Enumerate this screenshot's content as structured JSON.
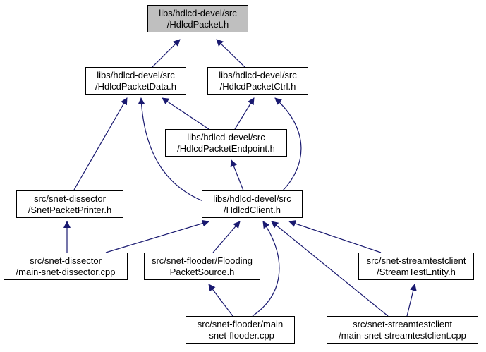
{
  "colors": {
    "edge": "#191970",
    "current_fill": "#bfbfbf",
    "node_fill": "#ffffff",
    "border": "#000000"
  },
  "nodes": {
    "hdlcd_packet": {
      "line1": "libs/hdlcd-devel/src",
      "line2": "/HdlcdPacket.h"
    },
    "packet_data": {
      "line1": "libs/hdlcd-devel/src",
      "line2": "/HdlcdPacketData.h"
    },
    "packet_ctrl": {
      "line1": "libs/hdlcd-devel/src",
      "line2": "/HdlcdPacketCtrl.h"
    },
    "packet_endpoint": {
      "line1": "libs/hdlcd-devel/src",
      "line2": "/HdlcdPacketEndpoint.h"
    },
    "snet_printer": {
      "line1": "src/snet-dissector",
      "line2": "/SnetPacketPrinter.h"
    },
    "hdlcd_client": {
      "line1": "libs/hdlcd-devel/src",
      "line2": "/HdlcdClient.h"
    },
    "main_dissector": {
      "line1": "src/snet-dissector",
      "line2": "/main-snet-dissector.cpp"
    },
    "flooding_source": {
      "line1": "src/snet-flooder/Flooding",
      "line2": "PacketSource.h"
    },
    "stream_entity": {
      "line1": "src/snet-streamtestclient",
      "line2": "/StreamTestEntity.h"
    },
    "main_flooder": {
      "line1": "src/snet-flooder/main",
      "line2": "-snet-flooder.cpp"
    },
    "main_streamclient": {
      "line1": "src/snet-streamtestclient",
      "line2": "/main-snet-streamtestclient.cpp"
    }
  }
}
